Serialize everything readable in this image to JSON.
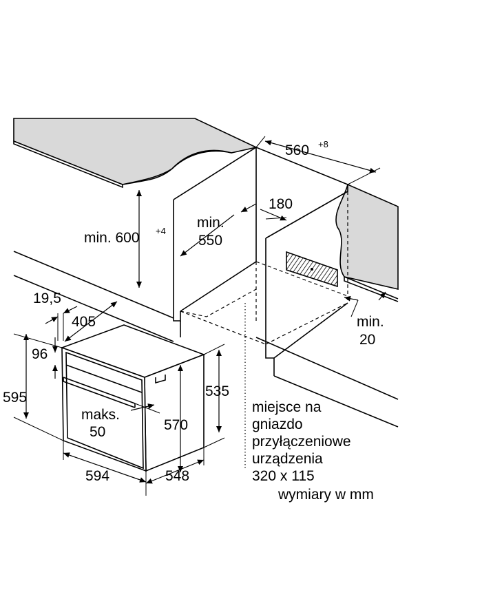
{
  "dimensions": {
    "worktop_depth": "560",
    "worktop_depth_tol": "+8",
    "height_min": "min. 600",
    "height_min_tol": "+4",
    "depth_min": {
      "line1": "min.",
      "line2": "550"
    },
    "vent_height": "180",
    "rear_gap": {
      "line1": "min.",
      "line2": "20"
    },
    "oven_trim": "19,5",
    "oven_front_inset": "405",
    "oven_top_offset": "96",
    "oven_height": "595",
    "handle_depth": {
      "line1": "maks.",
      "line2": "50"
    },
    "oven_body_height": "570",
    "oven_depth_height": "535",
    "oven_width": "594",
    "oven_depth": "548"
  },
  "socket_note": [
    "miejsce na",
    "gniazdo",
    "przyłączeniowe",
    "urządzenia",
    "320 x 115"
  ],
  "units_note": "wymiary w mm",
  "colors": {
    "worktop": "#d9d9d9",
    "line": "#000000",
    "background": "#ffffff"
  }
}
